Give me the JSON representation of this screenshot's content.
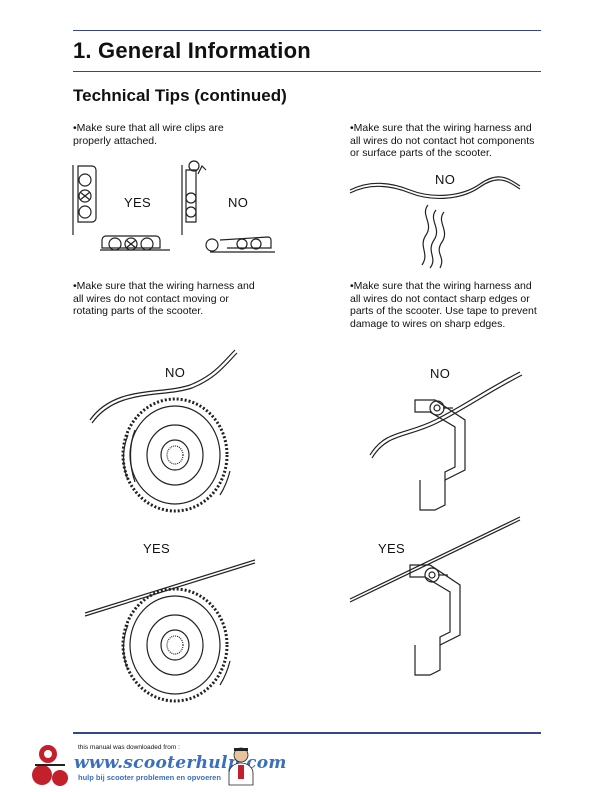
{
  "header": {
    "chapter_title": "1. General Information",
    "section_title": "Technical Tips (continued)"
  },
  "tips": [
    {
      "text": "•Make sure that all wire clips are properly attached."
    },
    {
      "text": "•Make sure that the wiring harness and all wires do not contact hot components or surface parts of the scooter."
    },
    {
      "text": "•Make sure that the wiring harness and all wires do not contact moving or rotating parts of the scooter."
    },
    {
      "text": "•Make sure that the wiring harness and all wires do not contact sharp edges or parts of the scooter. Use tape to prevent damage to wires on sharp edges."
    }
  ],
  "labels": {
    "yes": "YES",
    "no": "NO"
  },
  "footer": {
    "downloaded_text": "this manual was downloaded from :",
    "site": "www.scooterhulp.com",
    "tagline": "hulp bij scooter problemen en opvoeren"
  },
  "colors": {
    "rule": "#34468f",
    "brand_blue": "#3a6fbf",
    "mascot_red": "#c4202b"
  }
}
